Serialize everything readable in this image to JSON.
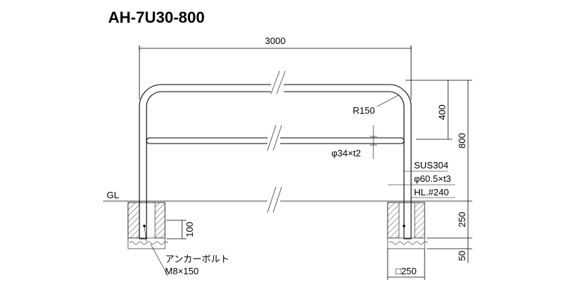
{
  "title": "AH-7U30-800",
  "dimensions": {
    "total_width": "3000",
    "top_height": "400",
    "total_height": "800",
    "embed_depth": "250",
    "base_depth": "50",
    "anchor_depth": "100",
    "footing": "□250"
  },
  "labels": {
    "radius": "R150",
    "crossbar": "φ34×t2",
    "material": "SUS304",
    "pipe": "φ60.5×t3",
    "height_code": "HL.#240",
    "ground": "GL",
    "anchor_name": "アンカーボルト",
    "anchor_size": "M8×150"
  }
}
